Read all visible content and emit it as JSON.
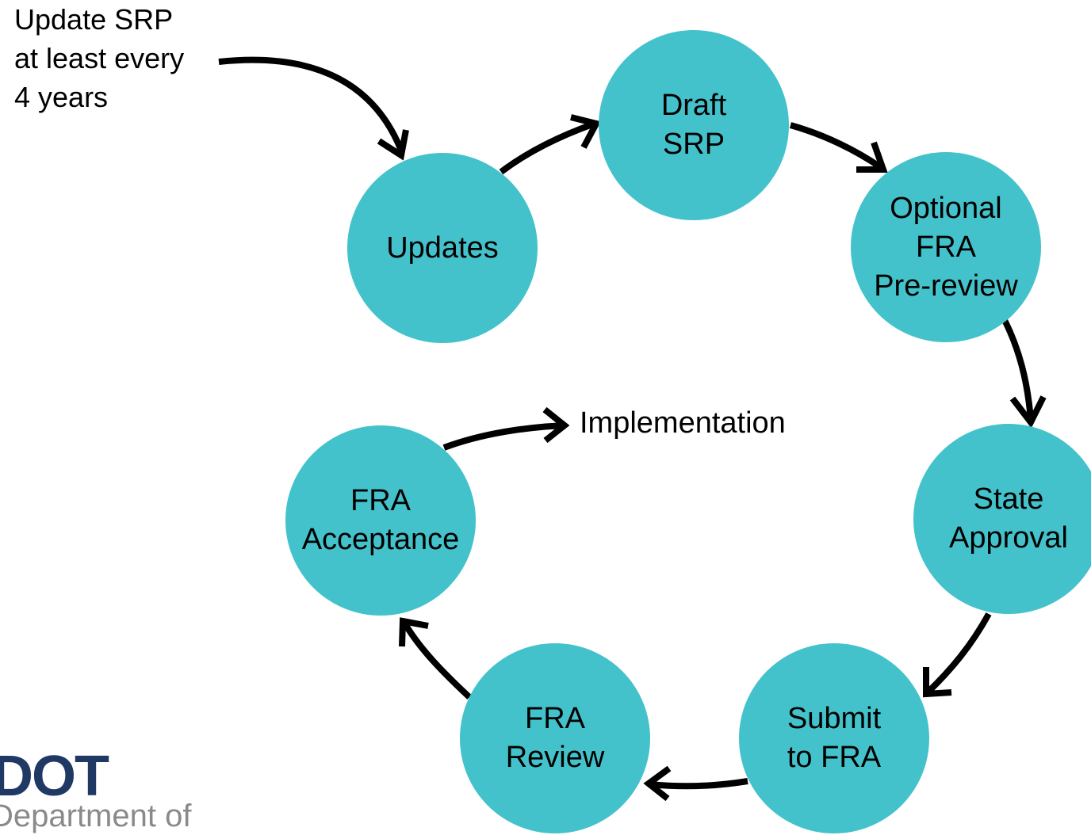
{
  "intro_note": {
    "lines": [
      "Update SRP",
      "at least every",
      "4 years"
    ]
  },
  "steps": [
    {
      "id": "updates",
      "lines": [
        "Updates"
      ]
    },
    {
      "id": "draft",
      "lines": [
        "Draft",
        "SRP"
      ]
    },
    {
      "id": "optional",
      "lines": [
        "Optional",
        "FRA",
        "Pre-review"
      ]
    },
    {
      "id": "state",
      "lines": [
        "State",
        "Approval"
      ]
    },
    {
      "id": "submit",
      "lines": [
        "Submit",
        "to FRA"
      ]
    },
    {
      "id": "review",
      "lines": [
        "FRA",
        "Review"
      ]
    },
    {
      "id": "acceptance",
      "lines": [
        "FRA",
        "Acceptance"
      ]
    }
  ],
  "implementation_label": "Implementation",
  "logo": {
    "mark": "DOT",
    "subtitle": "Department of"
  },
  "colors": {
    "step_fill": "#44c2cb",
    "arrow": "#000000",
    "logo_mark": "#1f3864",
    "logo_subtitle": "#8a8a8a"
  }
}
